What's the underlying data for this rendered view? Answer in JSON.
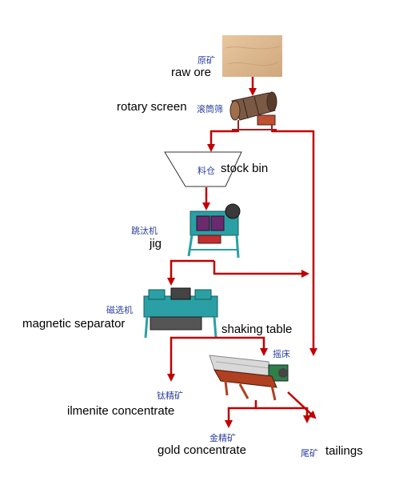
{
  "colors": {
    "flow": "#c00000",
    "cn_label": "#2b3f9e",
    "machine": "#2aa0a4",
    "tan": "#d9b48a"
  },
  "nodes": {
    "raw_ore": {
      "cn": "原矿",
      "en": "raw ore",
      "icon": "sand-pile-photo"
    },
    "rotary_screen": {
      "cn": "滚筒筛",
      "en": "rotary screen",
      "icon": "rotary-screen-machine"
    },
    "stock_bin": {
      "cn": "料仓",
      "en": "stock bin",
      "icon": "hopper-outline"
    },
    "jig": {
      "cn": "跳汰机",
      "en": "jig",
      "icon": "jig-machine"
    },
    "magnetic_separator": {
      "cn": "磁选机",
      "en": "magnetic separator",
      "icon": "magnetic-separator-machine"
    },
    "shaking_table": {
      "cn": "摇床",
      "en": "shaking table",
      "icon": "shaking-table-machine"
    },
    "ilmenite": {
      "cn": "钛精矿",
      "en": "ilmenite concentrate"
    },
    "gold": {
      "cn": "金精矿",
      "en": "gold concentrate"
    },
    "tailings": {
      "cn": "尾矿",
      "en": "tailings"
    }
  }
}
